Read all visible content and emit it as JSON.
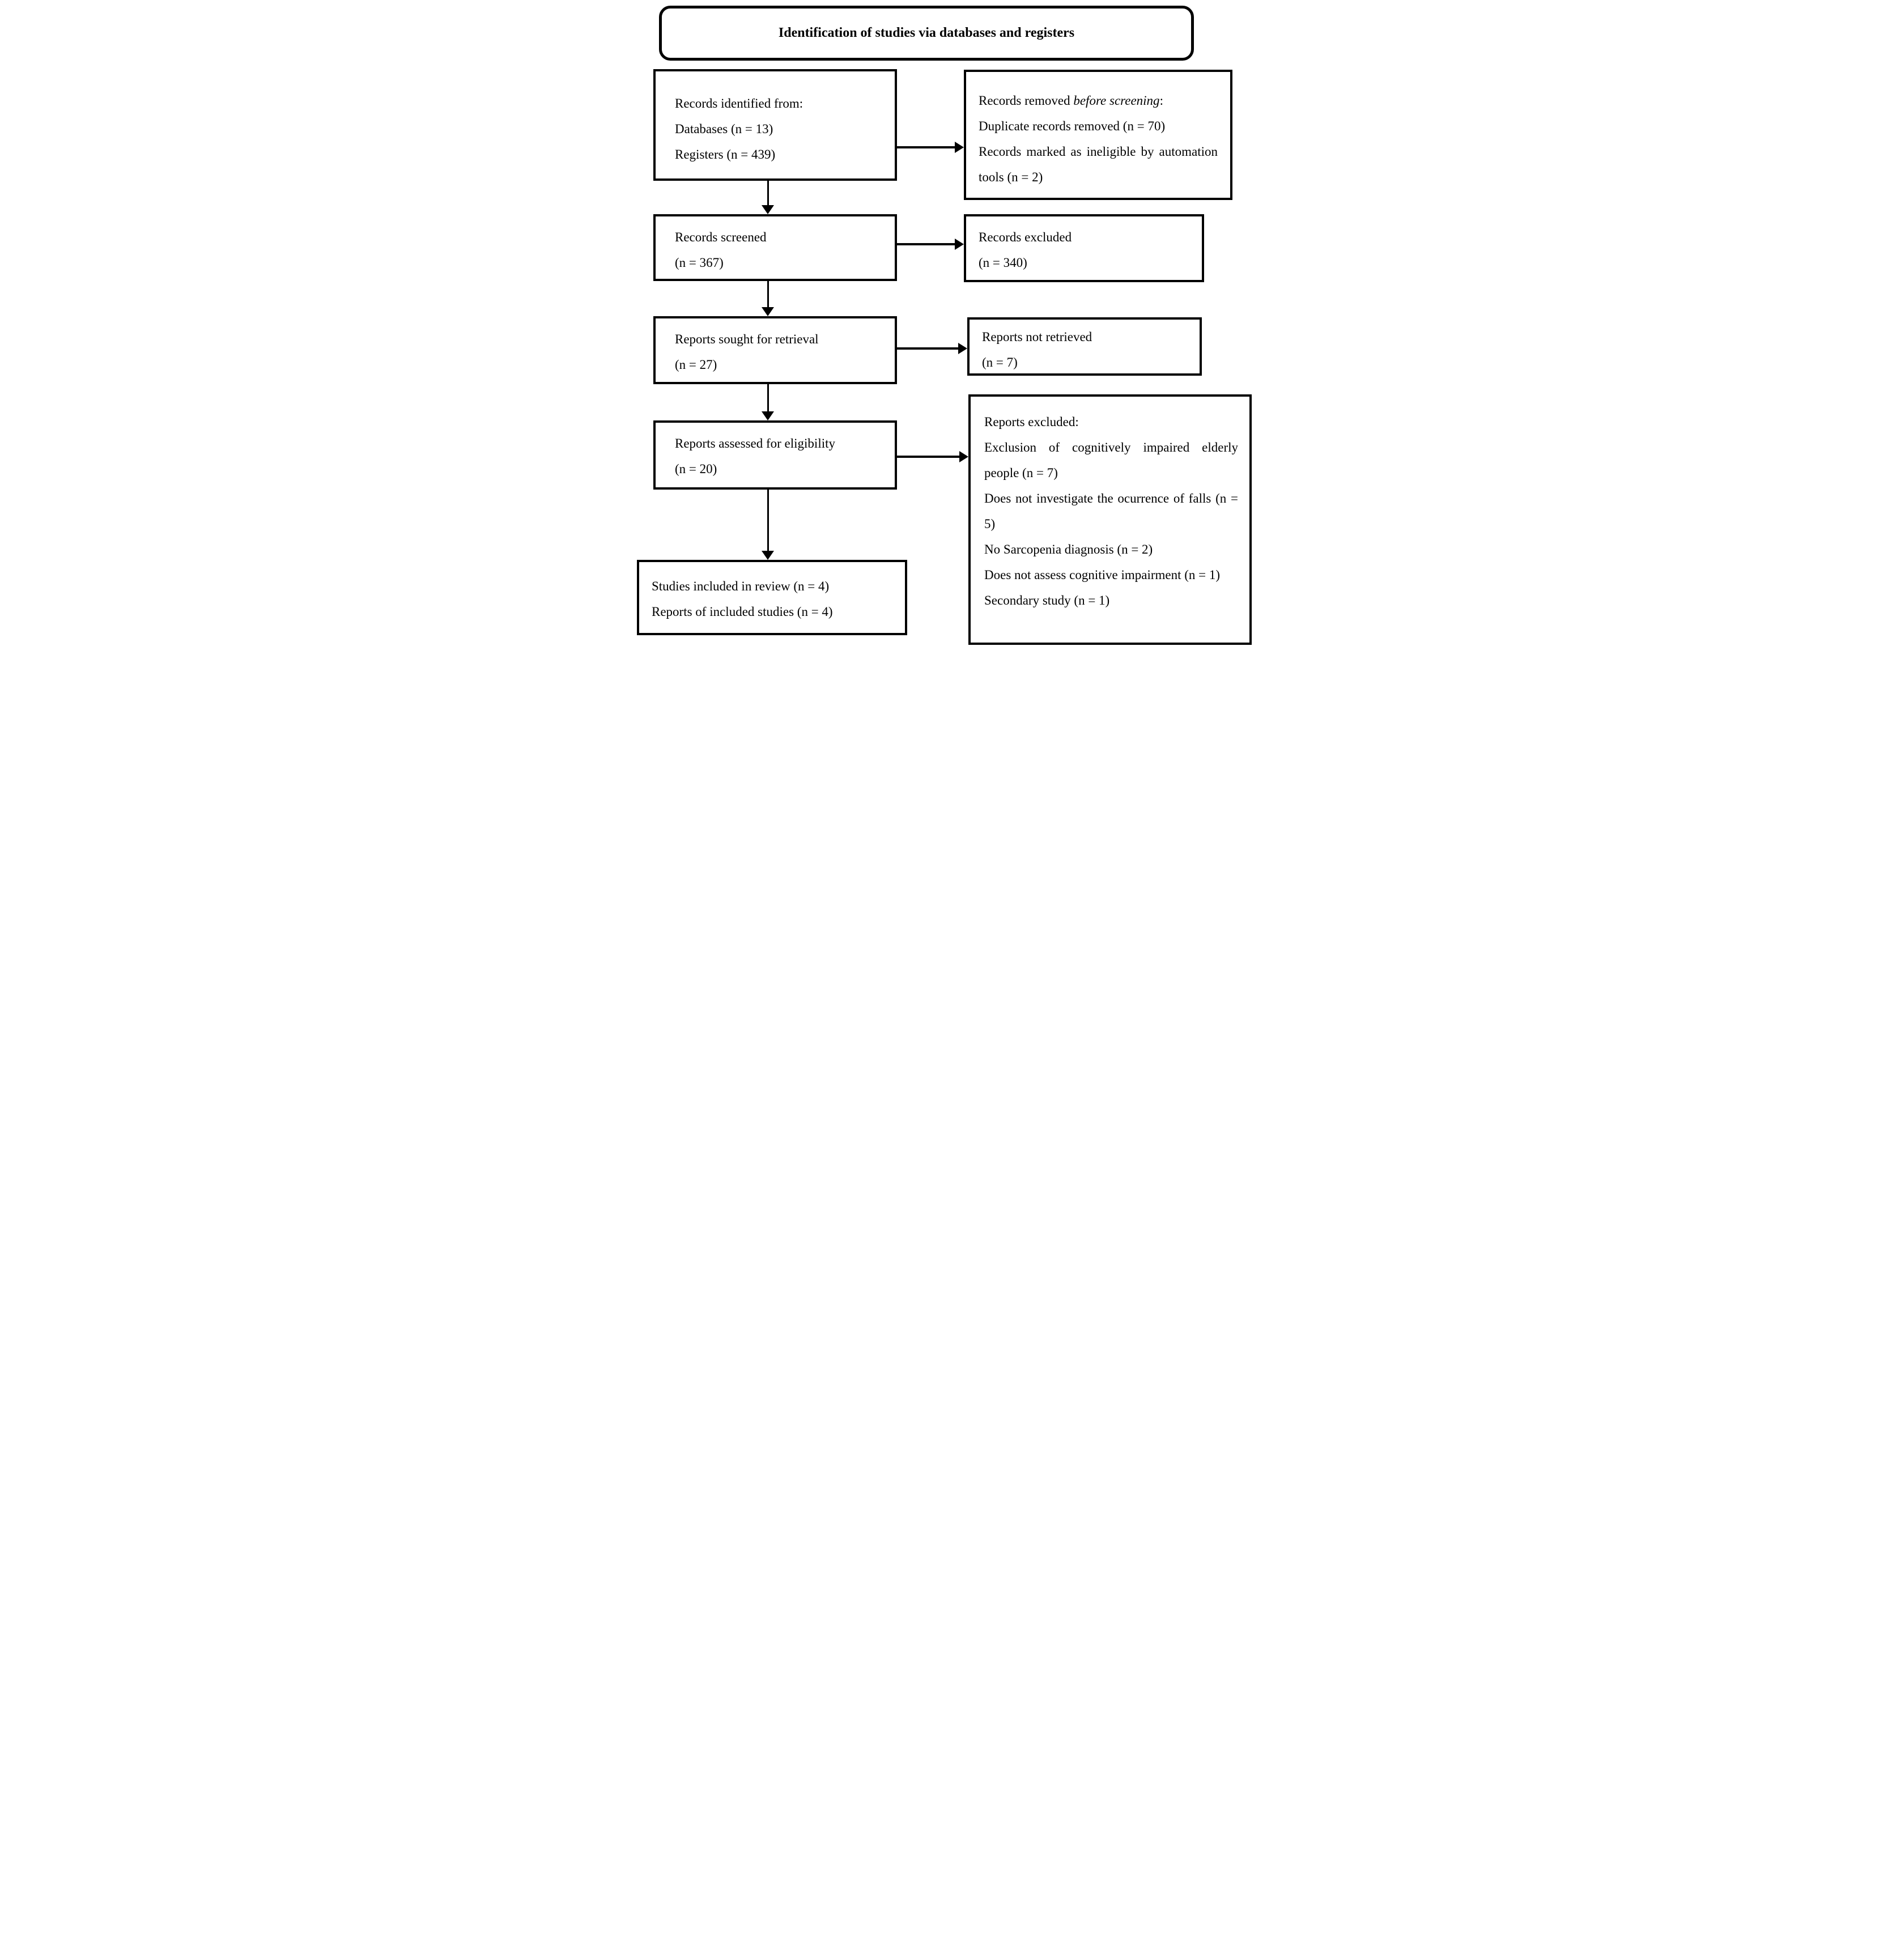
{
  "diagram": {
    "title": "Identification of studies via databases and registers",
    "boxes": {
      "identified": {
        "header": "Records identified from:",
        "items": [
          "Databases (n = 13)",
          "Registers (n = 439)"
        ]
      },
      "removed": {
        "header_pre": "Records removed ",
        "header_italic": "before screening",
        "header_post": ":",
        "items": [
          "Duplicate records removed (n = 70)",
          "Records marked as ineligible by automation tools (n = 2)"
        ]
      },
      "screened": {
        "line1": "Records screened",
        "line2": "(n = 367)"
      },
      "records_excluded": {
        "line1": "Records excluded",
        "line2": "(n = 340)"
      },
      "sought": {
        "line1": "Reports sought for retrieval",
        "line2": "(n = 27)"
      },
      "not_retrieved": {
        "line1": "Reports not retrieved",
        "line2": "(n = 7)"
      },
      "assessed": {
        "line1": "Reports assessed for eligibility",
        "line2": "(n = 20)"
      },
      "reports_excluded": {
        "header": "Reports excluded:",
        "reasons": [
          "Exclusion of cognitively impaired elderly people (n = 7)",
          "Does not investigate the ocurrence of falls (n = 5)",
          "No Sarcopenia diagnosis (n = 2)",
          "Does not assess cognitive impairment (n = 1)",
          "Secondary study (n = 1)"
        ]
      },
      "included": {
        "line1": "Studies included in review (n = 4)",
        "line2": "Reports of included studies (n = 4)"
      }
    }
  }
}
